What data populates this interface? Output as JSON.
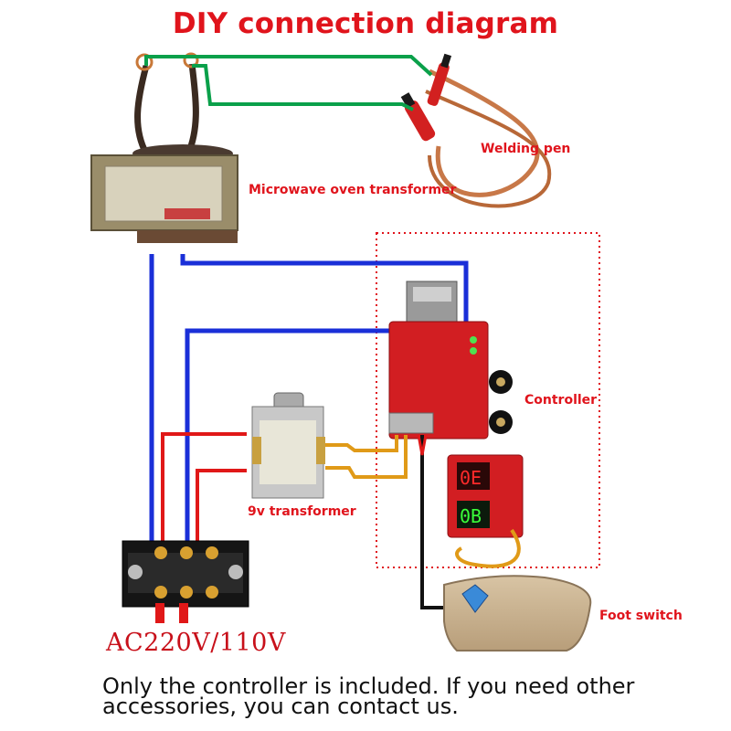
{
  "title": "DIY connection diagram",
  "labels": {
    "welding_pen": "Welding pen",
    "microwave_transformer": "Microwave oven transformer",
    "controller": "Controller",
    "small_transformer": "9v transformer",
    "foot_switch": "Foot switch",
    "power_input": "AC220V/110V"
  },
  "footer_note": "Only the controller is included. If you need other accessories, you can contact us.",
  "colors": {
    "title": "#e0141c",
    "wire_green": "#0aa04a",
    "wire_blue": "#1a2fd8",
    "wire_red": "#e01818",
    "wire_orange": "#e09a18",
    "wire_black": "#111111",
    "controller_box": "#e0141c"
  }
}
